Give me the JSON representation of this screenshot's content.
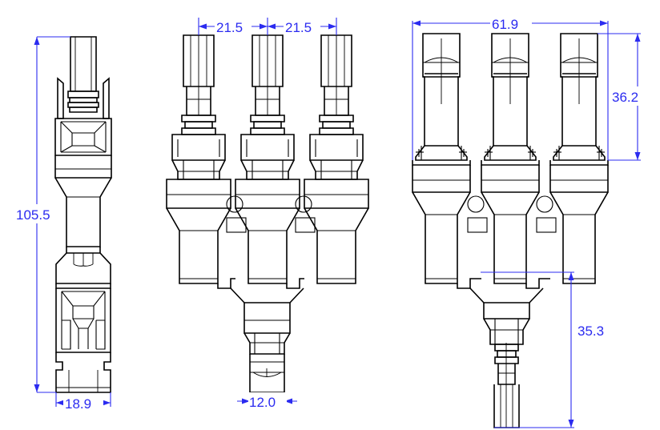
{
  "drawing": {
    "title": "Solar PV Connector Branch Assembly Dimensional Drawing",
    "background_color": "#ffffff",
    "line_color": "#000000",
    "dimension_color": "#2b2bf0",
    "units": "mm",
    "views": [
      {
        "name": "single-connector-front-view",
        "label": ""
      },
      {
        "name": "three-way-branch-female-view",
        "label": ""
      },
      {
        "name": "three-way-branch-male-view",
        "label": ""
      }
    ]
  },
  "dimensions": {
    "overall_length": {
      "value": "105.5",
      "orientation": "vertical",
      "view": "single-connector-front-view"
    },
    "overall_width": {
      "value": "18.9",
      "orientation": "horizontal",
      "view": "single-connector-front-view"
    },
    "branch_pitch_left": {
      "value": "21.5",
      "orientation": "horizontal",
      "view": "three-way-branch-female-view"
    },
    "branch_pitch_right": {
      "value": "21.5",
      "orientation": "horizontal",
      "view": "three-way-branch-female-view"
    },
    "trunk_width": {
      "value": "12.0",
      "orientation": "horizontal",
      "view": "three-way-branch-female-view"
    },
    "branch_span": {
      "value": "61.9",
      "orientation": "horizontal",
      "view": "three-way-branch-male-view"
    },
    "branch_head_height": {
      "value": "36.2",
      "orientation": "vertical",
      "view": "three-way-branch-male-view"
    },
    "trunk_tail_length": {
      "value": "35.3",
      "orientation": "vertical",
      "view": "three-way-branch-male-view"
    }
  }
}
